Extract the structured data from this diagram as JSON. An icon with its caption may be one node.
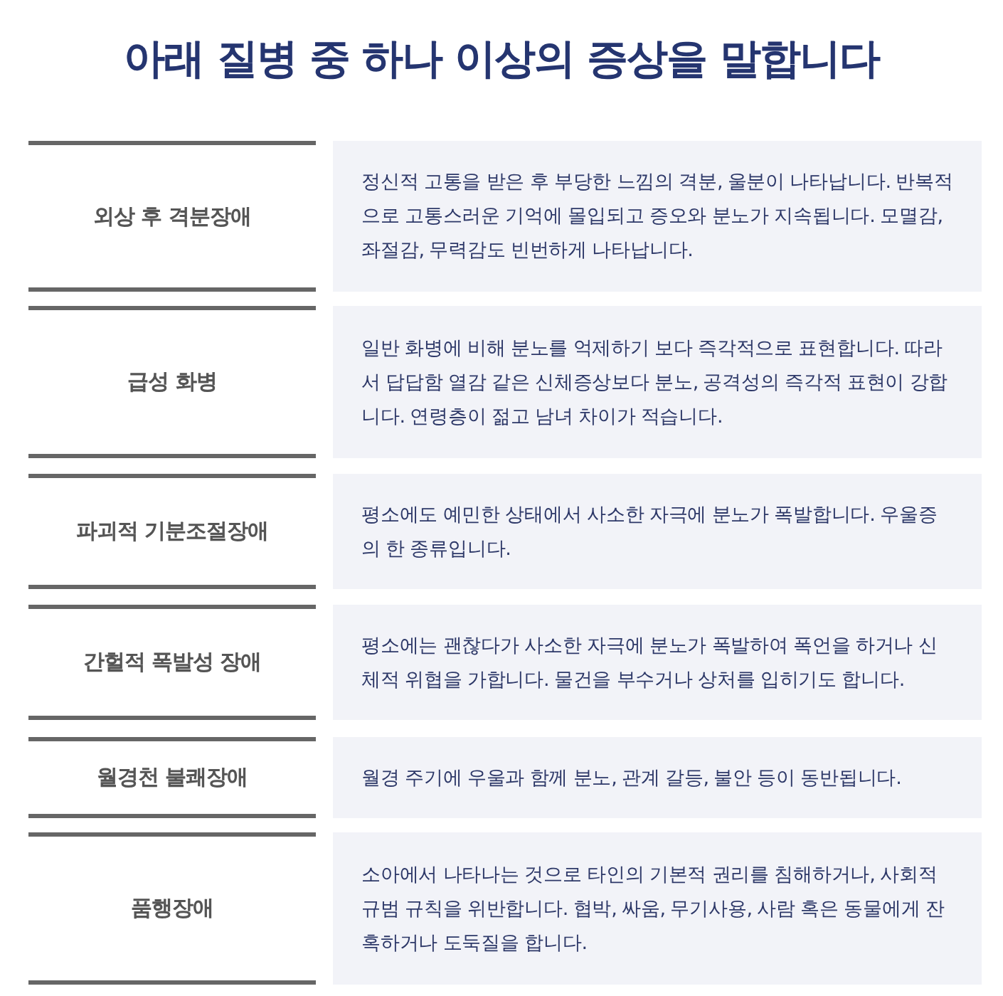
{
  "diagram": {
    "title": "아래 질병 중 하나 이상의 증상을 말합니다",
    "labels": [
      "외상 후 격분장애",
      "정신적 고통을 받은 후 부당한 느낌의 격분, 울분이 나타납니다. 반복적으로 고통스러운 기억에 몰입되고 증오와 분노가 지속됩니다. 모멸감, 좌절감, 무력감도 빈번하게 나타납니다.",
      "급성 화병",
      "일반 화병에 비해 분노를 억제하기 보다 즉각적으로 표현합니다. 따라서 답답함 열감 같은 신체증상보다 분노, 공격성의 즉각적 표현이 강합니다. 연령층이 젊고 남녀 차이가 적습니다.",
      "파괴적 기분조절장애",
      "평소에도 예민한 상태에서 사소한 자극에 분노가 폭발합니다. 우울증의 한 종류입니다.",
      "간헐적 폭발성 장애",
      "평소에는 괜찮다가 사소한 자극에 분노가 폭발하여 폭언을 하거나 신체적 위협을 가합니다. 물건을 부수거나 상처를 입히기도 합니다.",
      "월경천 불쾌장애",
      "월경 주기에 우울과 함께 분노, 관계 갈등, 불안 등이 동반됩니다.",
      "품행장애",
      "소아에서 나타나는 것으로 타인의 기본적 권리를 침해하거나, 사회적 규범 규칙을 위반합니다. 협박, 싸움, 무기사용, 사람 혹은 동물에게 잔혹하거나 도둑질을 합니다."
    ]
  }
}
